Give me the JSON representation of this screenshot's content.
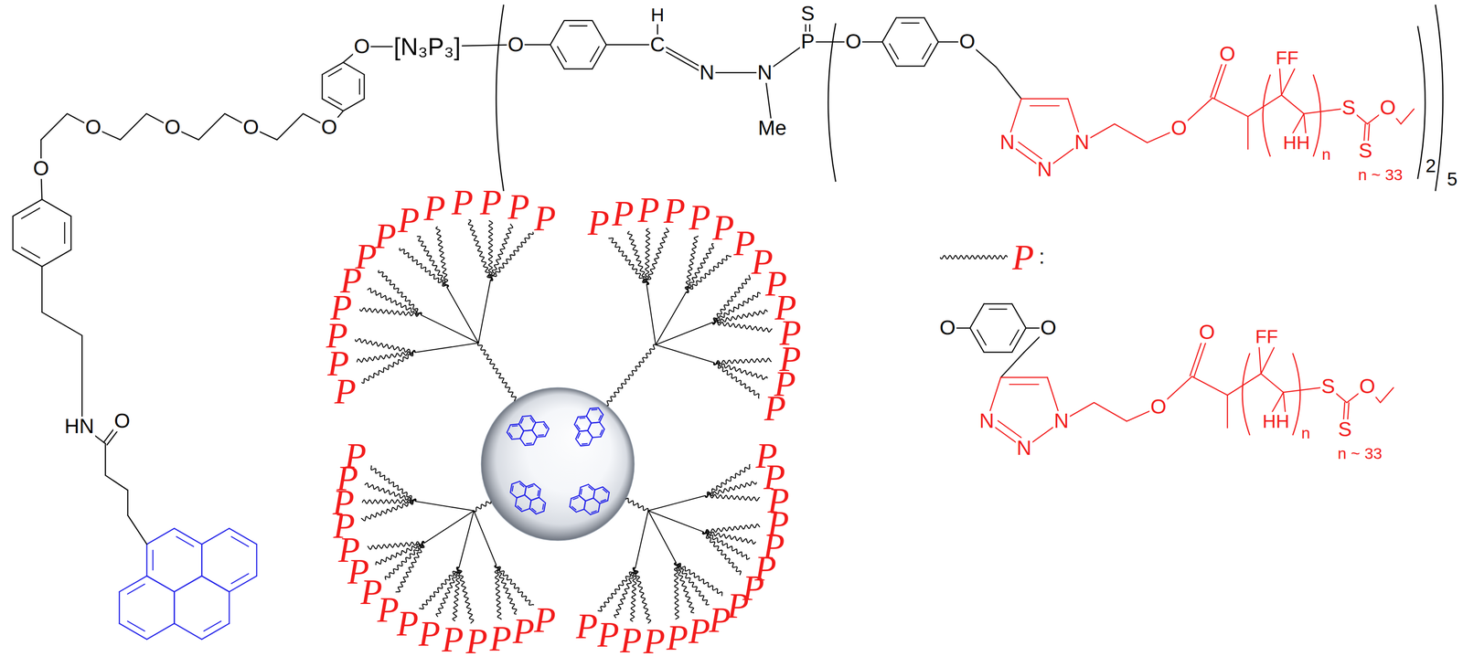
{
  "diagram": {
    "labels": [
      "O",
      "[N₃P₃]",
      "O",
      "H",
      "C",
      "N",
      "N",
      "Me",
      "S",
      "P",
      "O",
      "O",
      "N",
      "N",
      "N",
      "O",
      "O",
      "FF",
      "HH",
      "n",
      "S",
      "S",
      "O",
      "n ~ 33",
      "2",
      "5",
      "O",
      "O",
      "O",
      "O",
      "O",
      "HN",
      "O",
      "P",
      "P",
      "P",
      "P",
      "P",
      "P",
      "P",
      "P",
      "P",
      "P",
      "P",
      "P",
      "P",
      "P",
      "P",
      "P",
      "P",
      "P",
      "P",
      "P",
      "P",
      "P",
      "P",
      "P",
      "P",
      "P",
      "P",
      "P",
      "P",
      "P",
      "P",
      "P",
      "P",
      "P",
      "P",
      "P",
      "P",
      "P",
      "P",
      "P",
      "P",
      "P",
      "P",
      "P",
      "P",
      "P",
      "P",
      "P",
      "P",
      "P",
      "P",
      "P",
      "P",
      "P",
      "P",
      "P",
      "P",
      "P",
      ":",
      "O",
      "O",
      "N",
      "N",
      "N",
      "O",
      "O",
      "FF",
      "HH",
      "n",
      "S",
      "S",
      "O",
      "n ~ 33"
    ]
  }
}
